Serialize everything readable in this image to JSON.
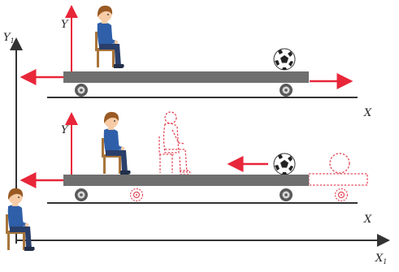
{
  "axes": {
    "top_y": "Y",
    "top_x": "X",
    "mid_y": "Y",
    "mid_x": "X",
    "ground_y": "Y",
    "ground_y_sub": "1",
    "ground_x": "X",
    "ground_x_sub": "1"
  },
  "colors": {
    "arrow": "#e8263a",
    "axis": "#333333",
    "platform": "#6f6f6f",
    "ghost": "#e04a5a",
    "shirt": "#2f5fa8",
    "pants": "#2a3f6a",
    "hair": "#9a5a24",
    "skin": "#f6cba6",
    "chair": "#a8743a"
  }
}
